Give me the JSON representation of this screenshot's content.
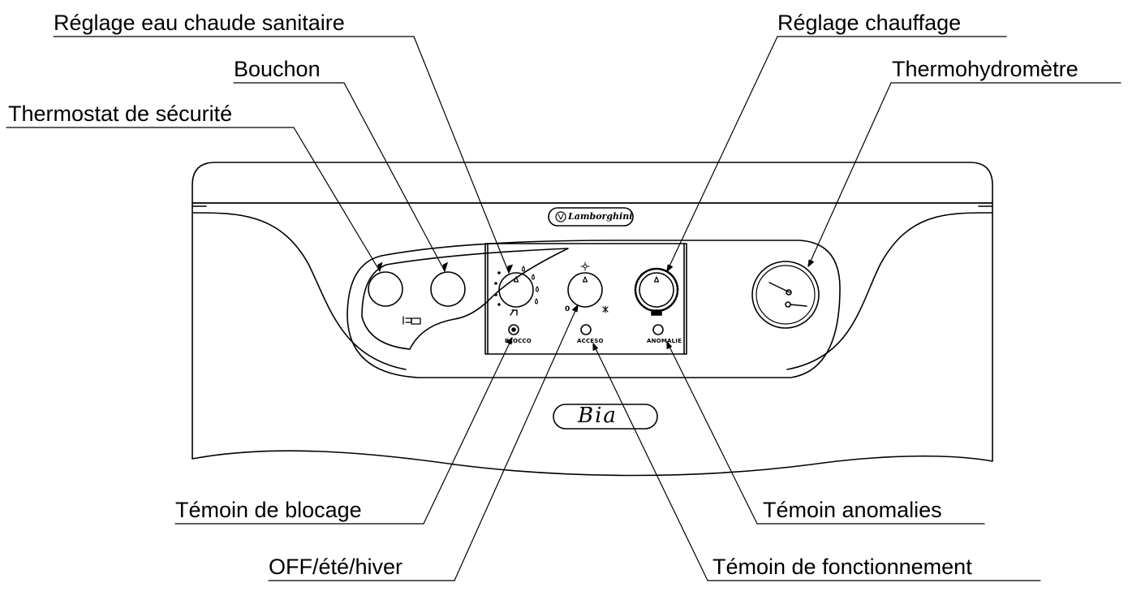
{
  "labels": {
    "reglage_ecs": "Réglage eau chaude sanitaire",
    "bouchon": "Bouchon",
    "thermostat_securite": "Thermostat de sécurité",
    "reglage_chauffage": "Réglage chauffage",
    "thermohydrometre": "Thermohydromètre",
    "temoin_blocage": "Témoin de blocage",
    "off_ete_hiver": "OFF/été/hiver",
    "temoin_anomalies": "Témoin anomalies",
    "temoin_fonctionnement": "Témoin de fonctionnement"
  },
  "panel": {
    "brand": "Lamborghini",
    "model": "Bia",
    "lamp_blocco": "BLOCCO",
    "lamp_acceso": "ACCESO",
    "lamp_anomalie": "ANOMALIE",
    "selector_off": "0"
  },
  "colors": {
    "line": "#000000",
    "background": "#ffffff"
  }
}
